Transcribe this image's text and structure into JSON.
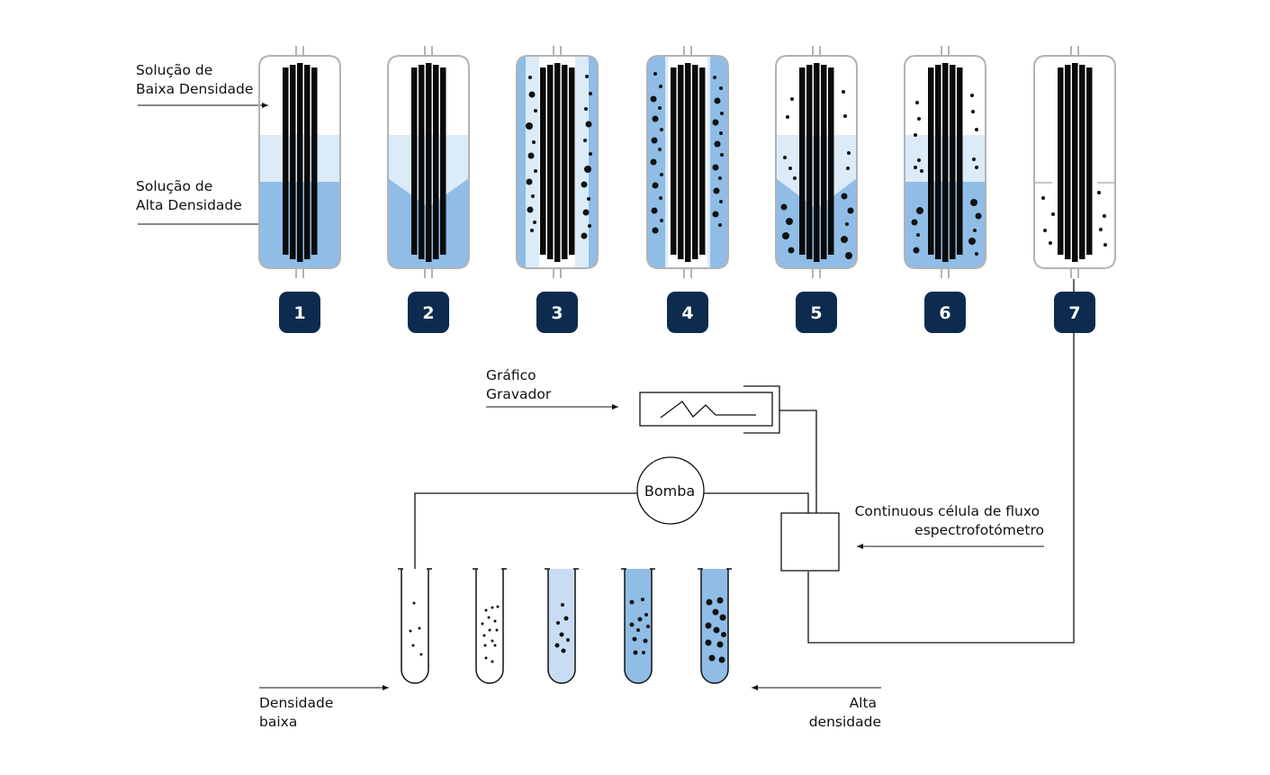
{
  "labels": {
    "low_density_solution": [
      "Solução de",
      "Baixa Densidade"
    ],
    "high_density_solution": [
      "Solução de",
      "Alta Densidade"
    ],
    "chart_recorder": [
      "Gráfico",
      "Gravador"
    ],
    "pump": "Bomba",
    "flow_cell": [
      "Continuous célula de fluxo",
      "espectrofotómetro"
    ],
    "low_density": [
      "Densidade",
      "baixa"
    ],
    "high_density": [
      "Alta",
      "densidade"
    ]
  },
  "steps": [
    "1",
    "2",
    "3",
    "4",
    "5",
    "6",
    "7"
  ],
  "colors": {
    "badge": "#0d2b4e",
    "blue_dark": "#8fbde6",
    "blue_light": "#dcebf8",
    "outline": "#b0b3b8",
    "line": "#111111",
    "particle": "#111111"
  }
}
